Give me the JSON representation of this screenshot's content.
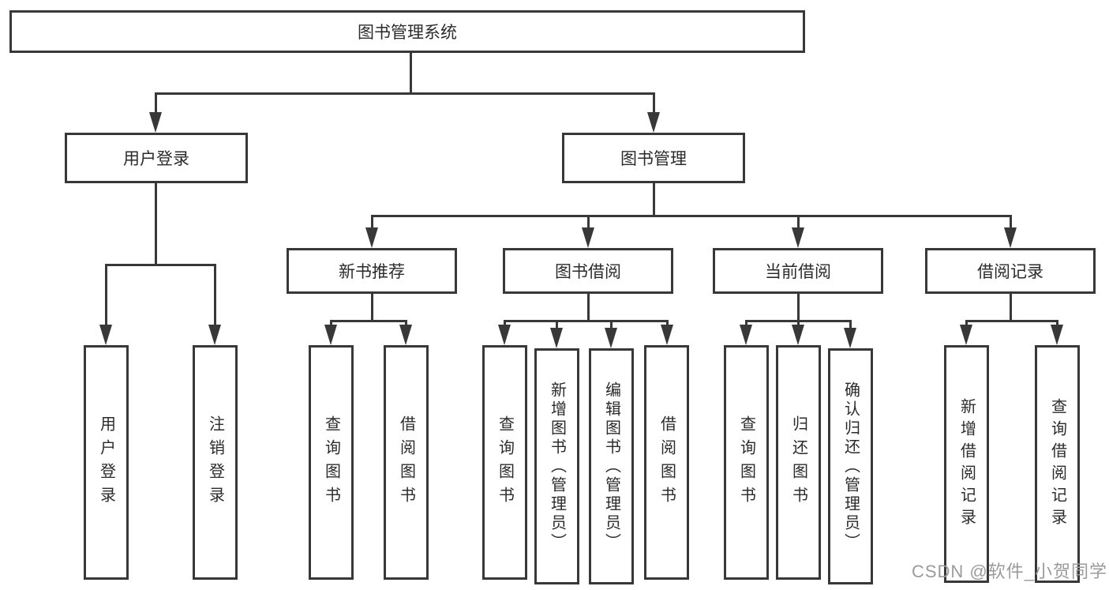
{
  "nodes": {
    "root": "图书管理系统",
    "user_login": "用户登录",
    "book_management": "图书管理",
    "new_book_recommend": "新书推荐",
    "book_borrow": "图书借阅",
    "current_borrow": "当前借阅",
    "borrow_records": "借阅记录"
  },
  "leaves": {
    "user_login": [
      "用户登录",
      "注销登录"
    ],
    "new_book_recommend": [
      "查询图书",
      "借阅图书"
    ],
    "book_borrow": [
      "查询图书",
      "新增图书（管理员）",
      "编辑图书（管理员）",
      "借阅图书"
    ],
    "current_borrow": [
      "查询图书",
      "归还图书",
      "确认归还（管理员）"
    ],
    "borrow_records": [
      "新增借阅记录",
      "查询借阅记录"
    ]
  },
  "watermark": "CSDN @软件_小贺同学",
  "colors": {
    "line": "#383838",
    "box_background": "#ffffff",
    "text": "#2b2b2b",
    "watermark": "#9b9b9b"
  }
}
